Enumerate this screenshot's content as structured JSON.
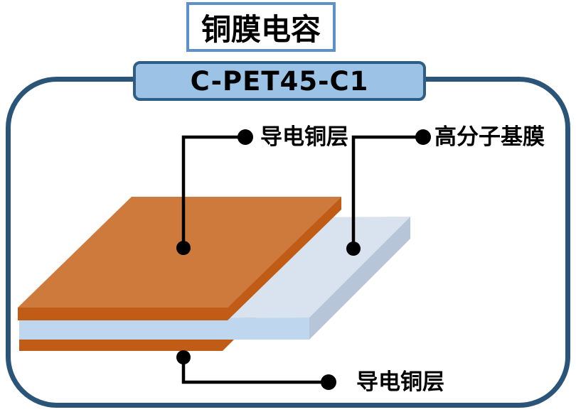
{
  "title": "铜膜电容",
  "model": {
    "name": "C-PET45-C1"
  },
  "diagram": {
    "labels": {
      "top_copper": "导电铜层",
      "polymer_film": "高分子基膜",
      "bottom_copper": "导电铜层"
    }
  },
  "colors": {
    "frame_border": "#2B5578",
    "title_border": "#5E90C9",
    "title_bg": "#FFFFFF",
    "model_border": "#2E5D85",
    "model_fill": "#9CC2E5",
    "copper_top": "#CE7A3C",
    "copper_side": "#C05C15",
    "film_top": "#D9E2EF",
    "film_front": "#BED7EE",
    "film_side": "#B7C5D9",
    "callout": "#000000",
    "text": "#000000"
  }
}
